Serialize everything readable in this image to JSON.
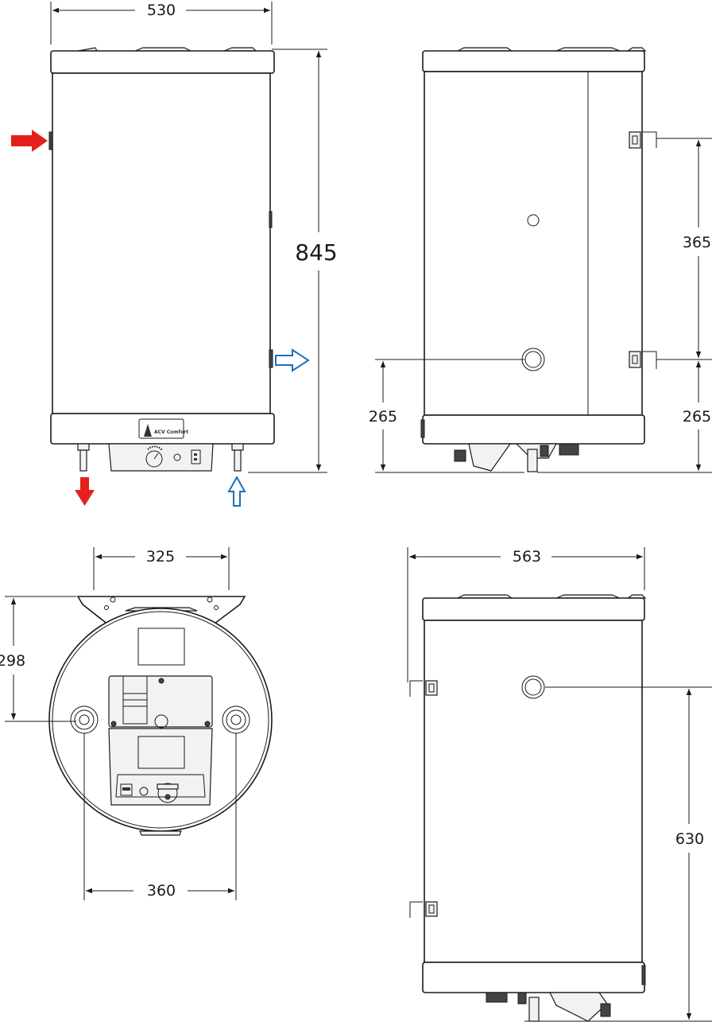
{
  "dimensions": {
    "front_width": "530",
    "front_height": "845",
    "side_bracket_spacing": "365",
    "side_outlet_height": "265",
    "side_lower_bracket_height": "265",
    "top_bracket_width": "325",
    "top_depth": "298",
    "top_pipe_spacing": "360",
    "rear_width": "563",
    "rear_height": "630"
  },
  "colors": {
    "hot_arrow": "#e3201b",
    "cold_arrow": "#1d6fb8",
    "line": "#1a1a1a"
  },
  "arrows": {
    "hot_in": "right-arrow-icon",
    "hot_out": "down-arrow-icon",
    "cold_in": "up-arrow-icon",
    "cold_out": "right-arrow-icon"
  }
}
